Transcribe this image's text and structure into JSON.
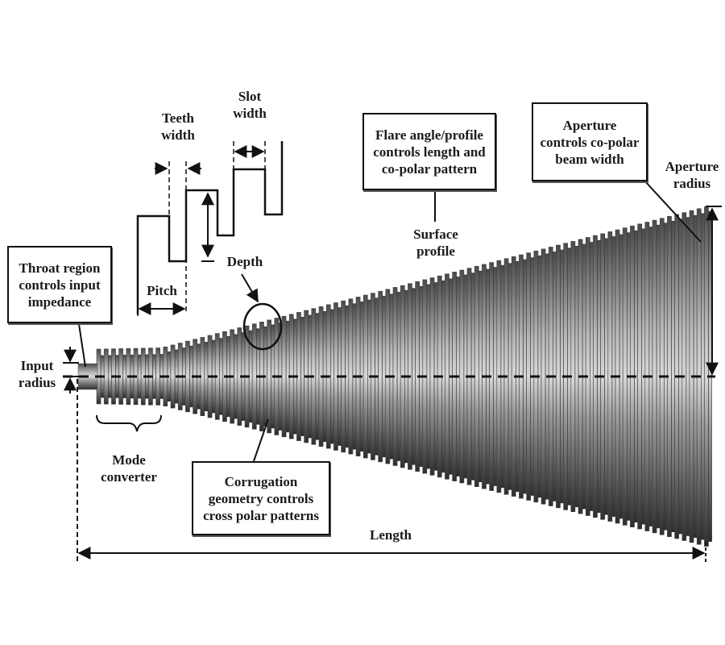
{
  "diagram": {
    "subject": "Corrugated conical horn antenna",
    "callouts": {
      "throat": "Throat region\ncontrols input\nimpedance",
      "flare": "Flare angle/profile\ncontrols length and\nco-polar pattern",
      "aperture": "Aperture\ncontrols co-polar\nbeam width",
      "corrugation": "Corrugation\ngeometry controls\ncross polar patterns"
    },
    "labels": {
      "teeth_width": "Teeth\nwidth",
      "slot_width": "Slot\nwidth",
      "depth": "Depth",
      "pitch": "Pitch",
      "surface_profile": "Surface\nprofile",
      "aperture_radius": "Aperture\nradius",
      "input_radius": "Input\nradius",
      "mode_converter": "Mode\nconverter",
      "length": "Length"
    },
    "colors": {
      "line": "#111111",
      "horn_dark": "#3a3a3a",
      "horn_light": "#d8d8d8"
    }
  }
}
